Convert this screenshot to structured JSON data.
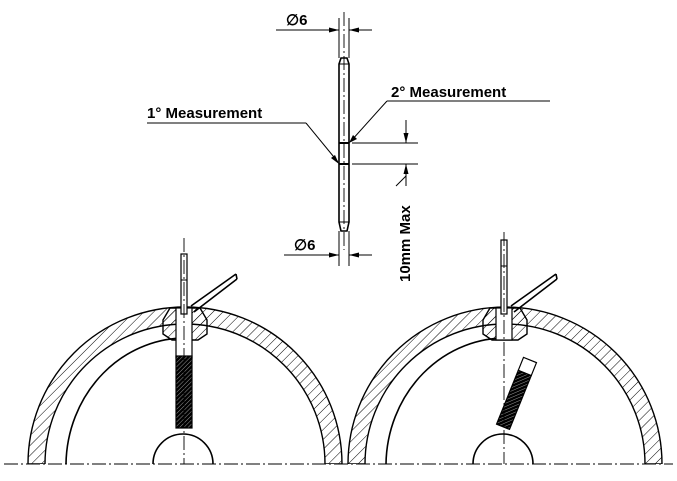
{
  "labels": {
    "diameter_top": "∅6",
    "diameter_bottom": "∅6",
    "measurement_1": "1° Measurement",
    "measurement_2": "2° Measurement",
    "max_distance": "10mm Max"
  },
  "colors": {
    "ink": "#000000",
    "background": "#ffffff"
  }
}
